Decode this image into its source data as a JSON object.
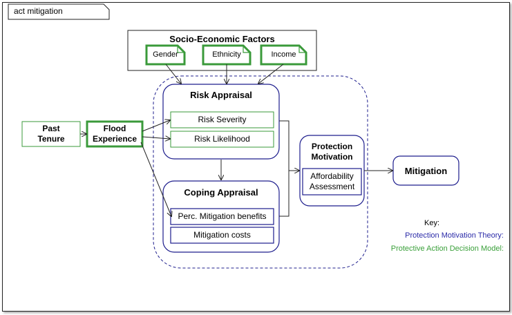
{
  "frame_title": "act mitigation",
  "nodes": {
    "socio_economic": "Socio-Economic Factors",
    "gender": "Gender",
    "ethnicity": "Ethnicity",
    "income": "Income",
    "past_tenure": "Past Tenure",
    "flood_experience": "Flood Experience",
    "risk_appraisal": "Risk Appraisal",
    "risk_severity": "Risk Severity",
    "risk_likelihood": "Risk Likelihood",
    "coping_appraisal": "Coping Appraisal",
    "perc_mitigation_benefits": "Perc. Mitigation benefits",
    "mitigation_costs": "Mitigation costs",
    "protection_motivation": "Protection Motivation",
    "affordability_assessment": "Affordability Assessment",
    "mitigation": "Mitigation"
  },
  "key": {
    "title": "Key:",
    "pmt": "Protection Motivation Theory:",
    "padm": "Protective Action Decision Model:"
  },
  "colors": {
    "green": "#3a9a3a",
    "navy": "#1c1c8c",
    "pmt_text": "#2a2aa8",
    "padm_text": "#3aa03a"
  }
}
